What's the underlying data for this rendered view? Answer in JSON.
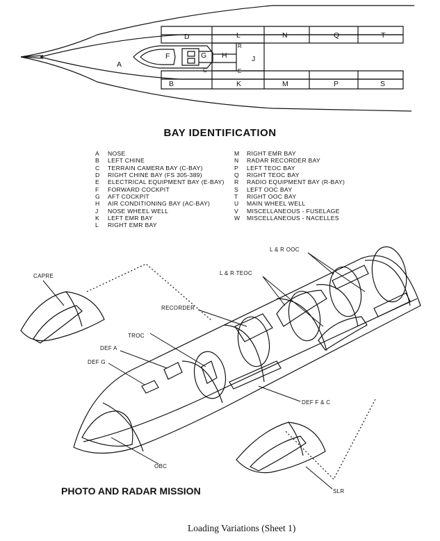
{
  "bay_letters": {
    "A": "A",
    "B": "B",
    "C": "C",
    "D": "D",
    "E": "E",
    "F": "F",
    "G": "G",
    "H": "H",
    "J": "J",
    "K": "K",
    "L": "L",
    "M": "M",
    "N": "N",
    "P": "P",
    "Q": "Q",
    "R": "R",
    "S": "S",
    "T": "T"
  },
  "title": "BAY IDENTIFICATION",
  "legend": {
    "left": [
      {
        "key": "A",
        "text": "NOSE"
      },
      {
        "key": "B",
        "text": "LEFT CHINE"
      },
      {
        "key": "C",
        "text": "TERRAIN CAMERA BAY (C-BAY)"
      },
      {
        "key": "D",
        "text": "RIGHT CHINE BAY (FS 305-389)"
      },
      {
        "key": "E",
        "text": "ELECTRICAL EQUIPMENT BAY (E-BAY)"
      },
      {
        "key": "F",
        "text": "FORWARD COCKPIT"
      },
      {
        "key": "G",
        "text": "AFT COCKPIT"
      },
      {
        "key": "H",
        "text": "AIR CONDITIONING BAY (AC-BAY)"
      },
      {
        "key": "J",
        "text": "NOSE WHEEL WELL"
      },
      {
        "key": "K",
        "text": "LEFT EMR BAY"
      },
      {
        "key": "L",
        "text": "RIGHT EMR BAY"
      }
    ],
    "right": [
      {
        "key": "M",
        "text": "RIGHT EMR BAY"
      },
      {
        "key": "N",
        "text": "RADAR RECORDER BAY"
      },
      {
        "key": "P",
        "text": "LEFT TEOC BAY"
      },
      {
        "key": "Q",
        "text": "RIGHT TEOC BAY"
      },
      {
        "key": "R",
        "text": "RADIO EQUIPMENT BAY (R-BAY)"
      },
      {
        "key": "S",
        "text": "LEFT OOC BAY"
      },
      {
        "key": "T",
        "text": "RIGHT OOC BAY"
      },
      {
        "key": "U",
        "text": "MAIN WHEEL WELL"
      },
      {
        "key": "V",
        "text": "MISCELLANEOUS - FUSELAGE"
      },
      {
        "key": "W",
        "text": "MISCELLANEOUS - NACELLES"
      }
    ]
  },
  "callouts": {
    "capre": "CAPRE",
    "l_r_ooc": "L & R OOC",
    "l_r_teoc": "L & R TEOC",
    "recorder": "RECORDER",
    "troc": "TROC",
    "def_a": "DEF A",
    "def_g": "DEF G",
    "def_f_c": "DEF F & C",
    "obc": "OBC",
    "slr": "SLR"
  },
  "mission_title": "PHOTO AND RADAR MISSION",
  "caption": "Loading Variations (Sheet 1)"
}
